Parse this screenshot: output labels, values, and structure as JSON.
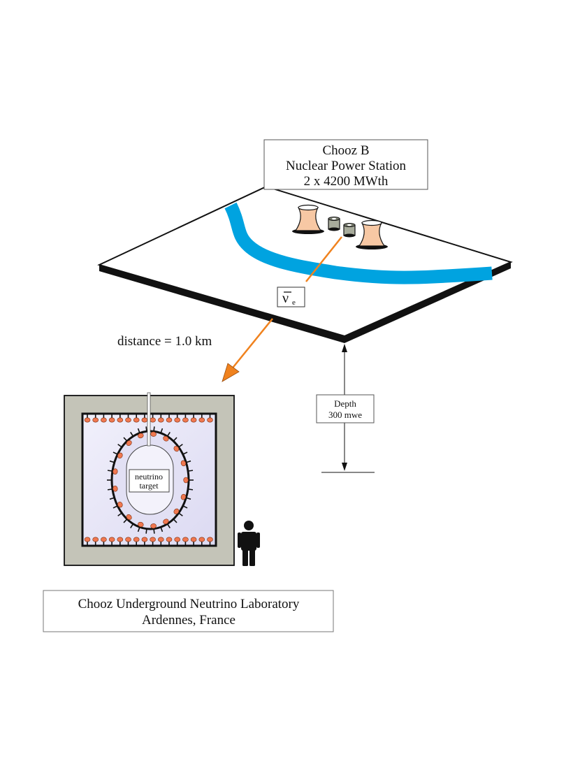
{
  "station": {
    "line1": "Chooz  B",
    "line2": "Nuclear  Power  Station",
    "line3": "2  x  4200  MWth"
  },
  "neutrino": {
    "symbol": "ν",
    "subscript": "e"
  },
  "distance_label": "distance  =  1.0  km",
  "depth": {
    "line1": "Depth",
    "line2": "300  mwe"
  },
  "detector": {
    "target_line1": "neutrino",
    "target_line2": "target"
  },
  "laboratory": {
    "line1": "Chooz  Underground  Neutrino  Laboratory",
    "line2": "Ardennes,  France"
  },
  "colors": {
    "river": "#00a3e0",
    "beam": "#f0821e",
    "pmt": "#f07850",
    "cooling_tower": "#f7c8a4",
    "rock": "#c4c4b8",
    "tank_fill": "#ecebfa"
  }
}
